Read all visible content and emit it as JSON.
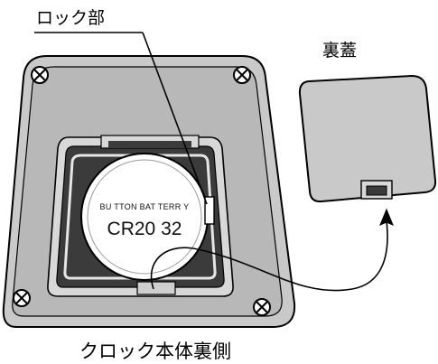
{
  "labels": {
    "lock_part": "ロック部",
    "back_cover": "裏蓋",
    "clock_body_back": "クロック本体裏側"
  },
  "battery": {
    "line1": "BU TTON  BAT TERR Y",
    "line2": "CR20 32"
  },
  "colors": {
    "outline": "#000000",
    "housing": "#c8c8c8",
    "housing_edge": "#9a9a9a",
    "cavity": "#3a3a3a",
    "battery_face": "#ffffff"
  }
}
